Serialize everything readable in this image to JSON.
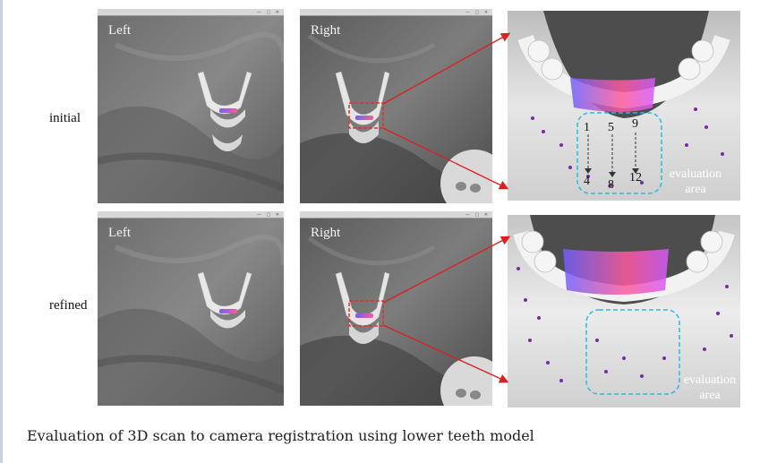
{
  "figure": {
    "rows": [
      {
        "label": "initial"
      },
      {
        "label": "refined"
      }
    ],
    "panels": {
      "left_label": "Left",
      "right_label": "Right"
    },
    "zoom": {
      "area_label_line1": "evaluation",
      "area_label_line2": "area",
      "point_labels": [
        "1",
        "5",
        "9",
        "4",
        "8",
        "12"
      ]
    },
    "colors": {
      "arrow": "#dd1f1f",
      "dash_box_red": "#e0312f",
      "dash_box_cyan": "#2fb7e6",
      "marker": "#7a2aa8",
      "teeth_gradient_a": "#ff5a9a",
      "teeth_gradient_b": "#6f60ff"
    }
  },
  "caption": "Evaluation of 3D scan to camera registration using lower teeth model"
}
